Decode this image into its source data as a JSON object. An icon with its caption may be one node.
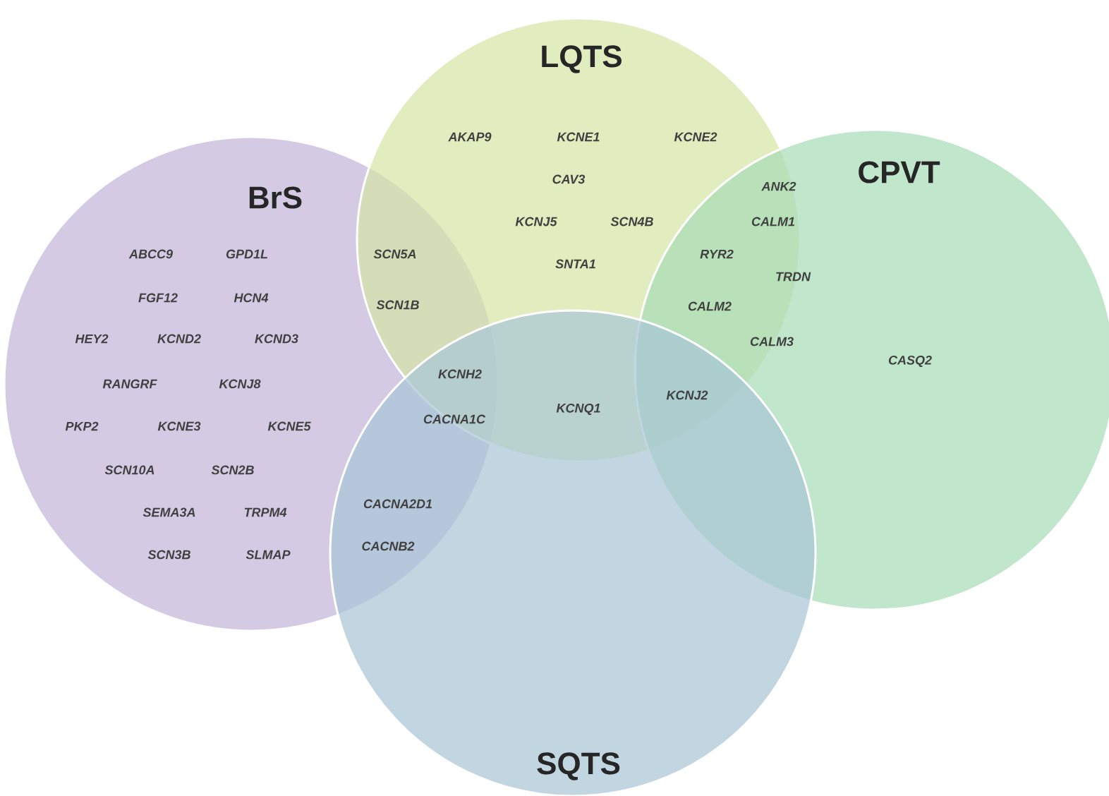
{
  "diagram": {
    "nodes": [
      {
        "text": [
          "BrS"
        ]
      },
      {
        "text": [
          "LQTS"
        ]
      },
      {
        "text": [
          "CPVT"
        ]
      },
      {
        "text": [
          "SQTS"
        ]
      }
    ],
    "labels": [
      "AKAP9",
      "KCNE1",
      "KCNE2",
      "CAV3",
      "KCNJ5",
      "SCN4B",
      "SNTA1",
      "ANK2",
      "CALM1",
      "RYR2",
      "TRDN",
      "CALM2",
      "CALM3",
      "ABCC9",
      "GPD1L",
      "SCN5A",
      "FGF12",
      "HCN4",
      "SCN1B",
      "HEY2",
      "KCND2",
      "KCND3",
      "KCNH2",
      "RANGRF",
      "KCNJ8",
      "CASQ2",
      "KCNQ1",
      "KCNJ2",
      "CACNA1C",
      "PKP2",
      "KCNE3",
      "KCNE5",
      "SCN10A",
      "SCN2B",
      "CACNA2D1",
      "SEMA3A",
      "TRPM4",
      "CACNB2",
      "SCN3B",
      "SLMAP"
    ]
  }
}
